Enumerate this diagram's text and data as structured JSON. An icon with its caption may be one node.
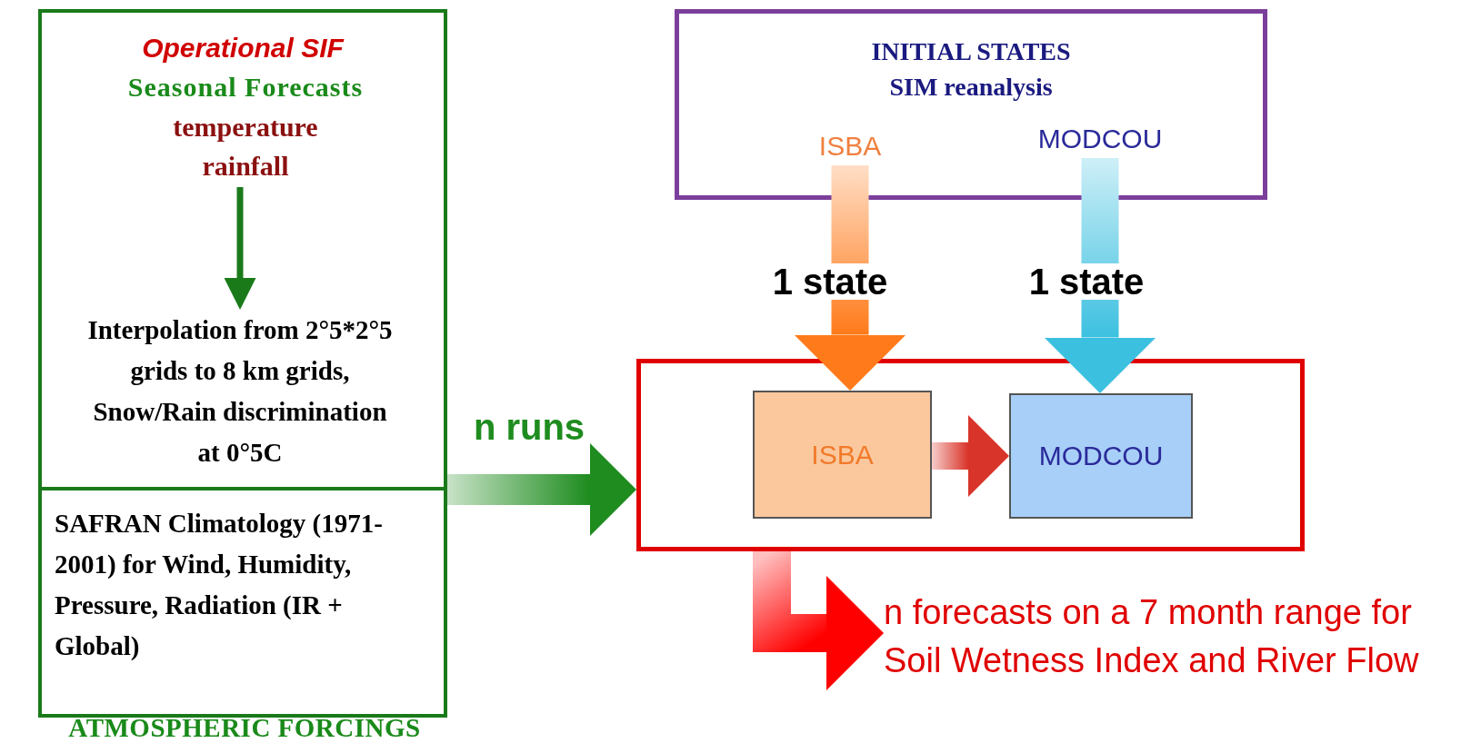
{
  "diagram": {
    "nodes": [
      {
        "text": [
          "ATMOSPHERIC FORCINGS"
        ]
      },
      {
        "text": [
          "Operational SIF"
        ],
        "in": 0
      },
      {
        "text": [
          "Seasonal Forecasts",
          "temperature rainfall"
        ],
        "in": 1
      },
      {
        "text": [
          "Interpolation from 2°5*2°5 grids to 8 km grids, Snow/Rain discrimination at 0°5C"
        ],
        "in": 1
      },
      {
        "text": [
          "SAFRAN Climatology (1971-2001) for Wind, Humidity, Pressure, Radiation (IR + Global)"
        ],
        "in": 0
      },
      {
        "text": [
          "INITIAL STATES",
          "SIM reanalysis"
        ]
      },
      {
        "text": [
          "ISBA"
        ],
        "in": 5
      },
      {
        "text": [
          "MODCOU"
        ],
        "in": 5
      },
      {
        "text": [],
        "shape": "box"
      },
      {
        "text": [
          "ISBA"
        ],
        "in": 8
      },
      {
        "text": [
          "MODCOU"
        ],
        "in": 8
      },
      {
        "text": [
          "n forecasts on a 7 month range for Soil Wetness Index and River Flow"
        ]
      }
    ],
    "edges": [
      {
        "from": 2,
        "to": 3,
        "arrow": "to",
        "color": "#1a7a1a"
      },
      {
        "from": 0,
        "to": 8,
        "arrow": "to",
        "label": "n runs",
        "style": "thick",
        "color": "#1e8c1e"
      },
      {
        "from": 6,
        "to": 9,
        "arrow": "to",
        "label": "1 state",
        "style": "thick",
        "color": "#ff7a1a"
      },
      {
        "from": 7,
        "to": 10,
        "arrow": "to",
        "label": "1 state",
        "style": "thick",
        "color": "#3cc0e0"
      },
      {
        "from": 9,
        "to": 10,
        "arrow": "to",
        "style": "thick",
        "color": "#d9342a"
      },
      {
        "from": 8,
        "to": 11,
        "arrow": "to",
        "style": "thick",
        "color": "#ff0000"
      }
    ]
  }
}
